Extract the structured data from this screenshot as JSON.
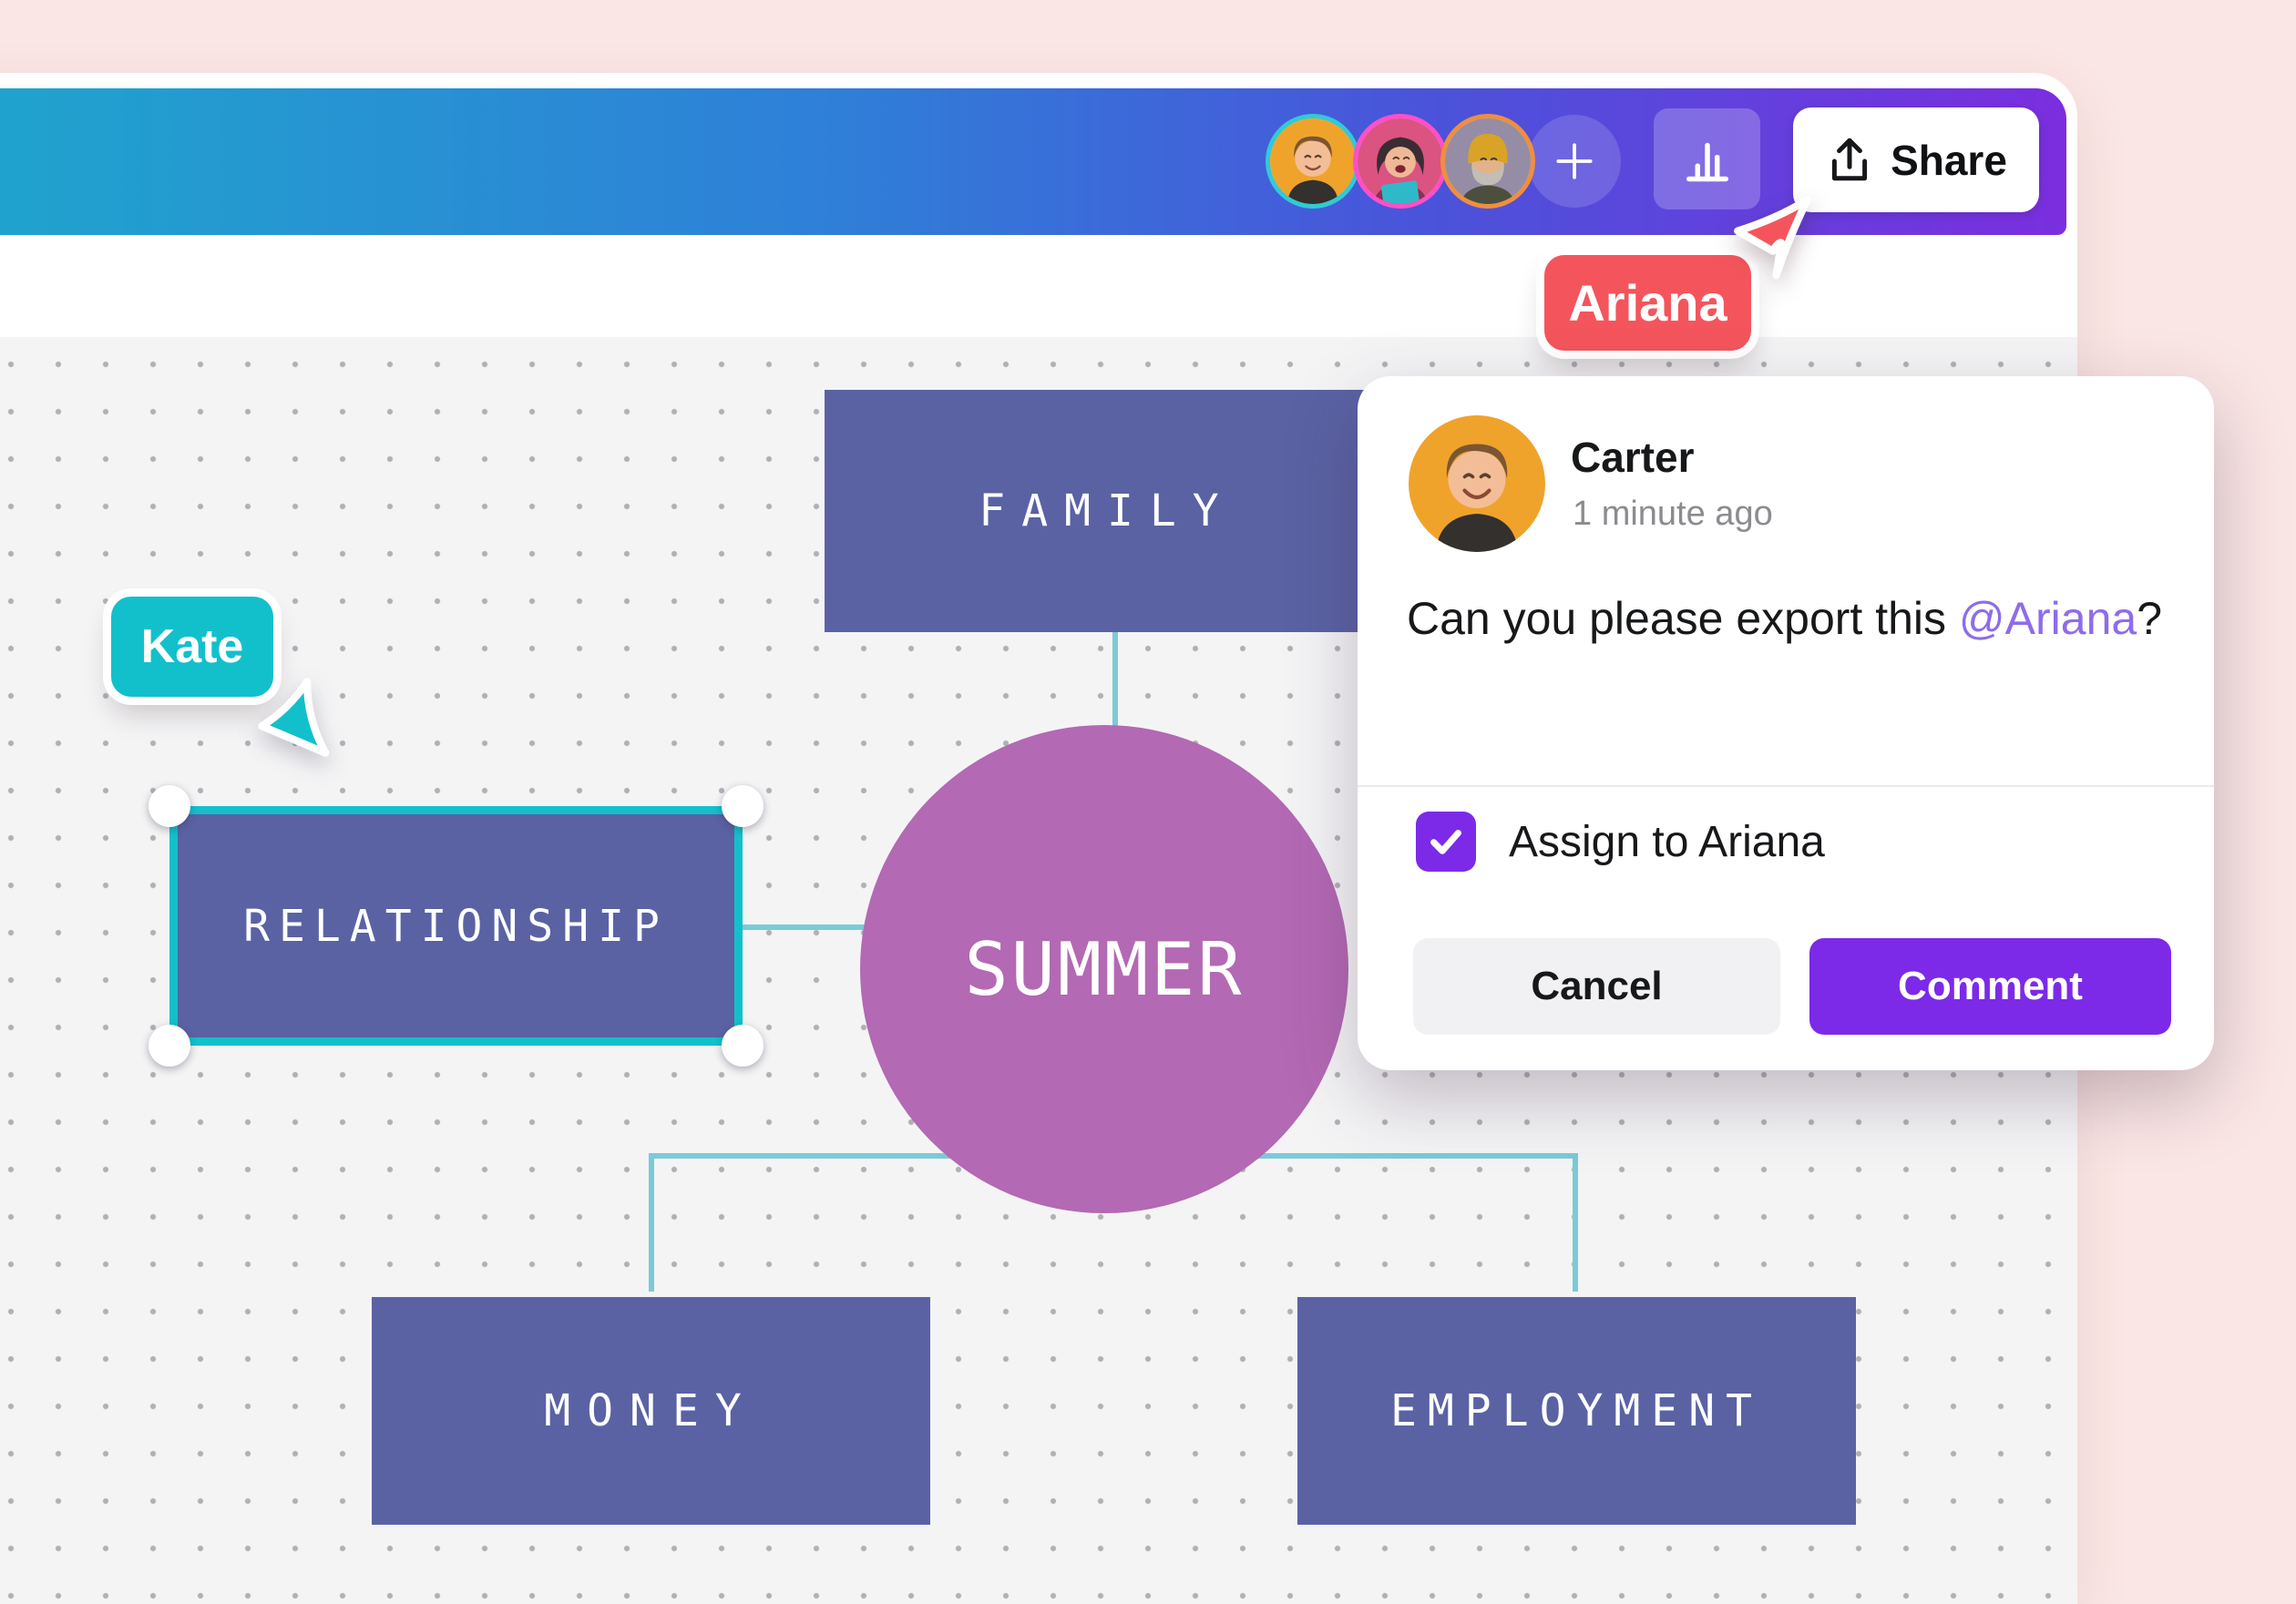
{
  "colors": {
    "pink-bg": "#FAE6E4",
    "grad-a": "#1FA5CD",
    "grad-b": "#2F7FD8",
    "grad-c": "#4A53DA",
    "grad-d": "#7B2EDF",
    "slate": "#5A62A4",
    "orchid": "#B369B3",
    "teal": "#12C0CC",
    "teal-light": "#7CCAD6",
    "red": "#F4555C",
    "purple": "#7C2AE8",
    "mention": "#8E6CEC",
    "canvas-bg": "#F4F4F5",
    "dot": "#AFB1B6",
    "ink": "#17181A",
    "muted": "#8B8B90",
    "divider": "#E9E9EB",
    "cancel-bg": "#F1F1F3"
  },
  "toolbar": {
    "share_label": "Share",
    "avatars": [
      {
        "icon": "avatar-man-yellow",
        "ring": "#2FCBD5"
      },
      {
        "icon": "avatar-woman-pink",
        "ring": "#FF4FC8"
      },
      {
        "icon": "avatar-man-beanie",
        "ring": "#EF8F3E"
      }
    ]
  },
  "cursors": {
    "kate": {
      "label": "Kate"
    },
    "ariana": {
      "label": "Ariana"
    }
  },
  "mindmap": {
    "center": {
      "label": "SUMMER"
    },
    "nodes": [
      {
        "label": "FAMILY"
      },
      {
        "label": "RELATIONSHIP",
        "selected": "true"
      },
      {
        "label": "MONEY"
      },
      {
        "label": "EMPLOYMENT"
      }
    ]
  },
  "comment_popup": {
    "author": "Carter",
    "timestamp": "1 minute ago",
    "text": "Can you please export this ",
    "mention": "@Ariana",
    "text_after": "?",
    "assign_label": "Assign to Ariana",
    "assign_checked": "true",
    "cancel_label": "Cancel",
    "submit_label": "Comment"
  }
}
